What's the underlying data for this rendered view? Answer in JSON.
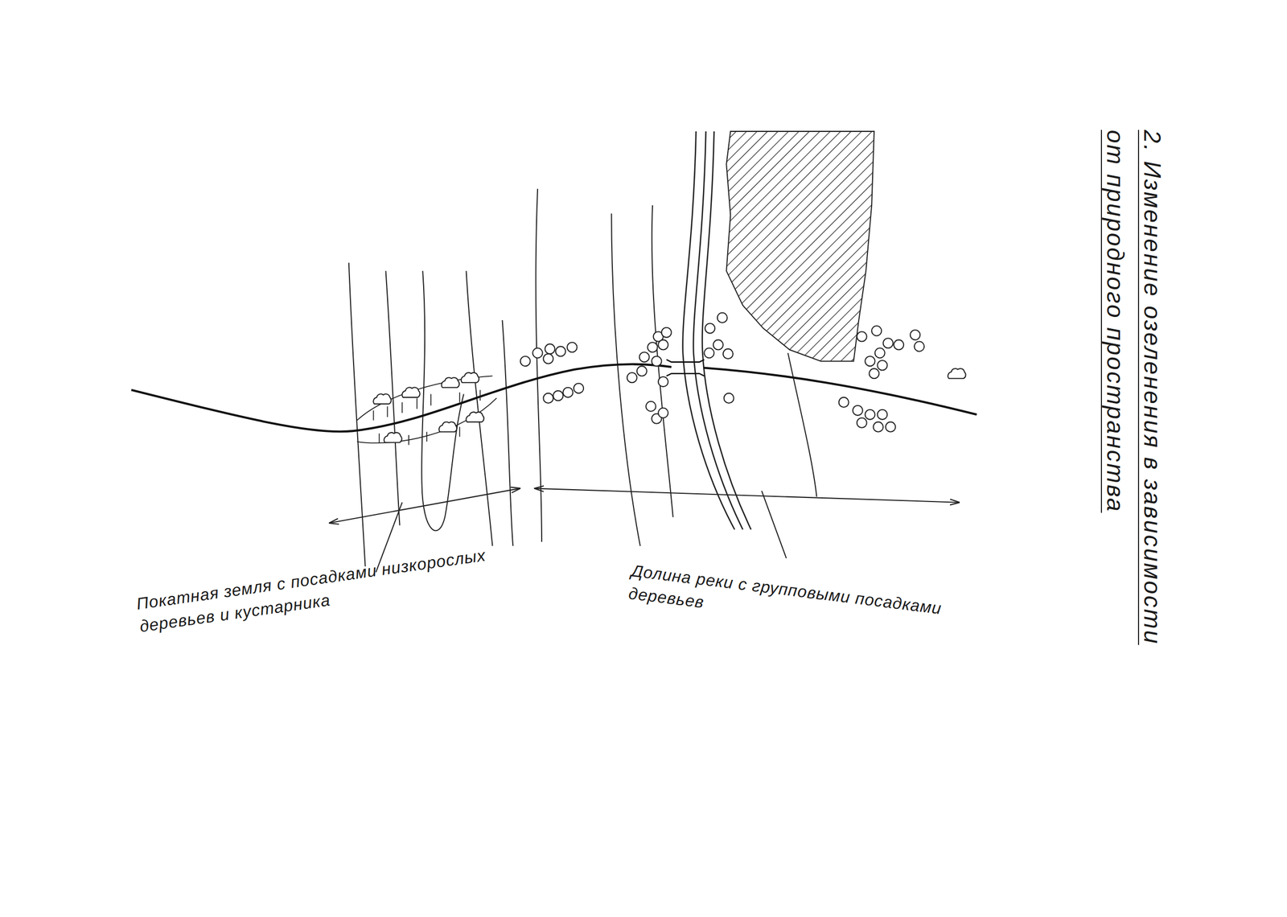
{
  "diagram": {
    "title": "2. Изменение озеленения в зависимости от природного пространства",
    "labels": [
      "Покатная земля с посадками низкорослых деревьев и кустарника",
      "Долина реки с групповыми посадками деревьев"
    ]
  }
}
